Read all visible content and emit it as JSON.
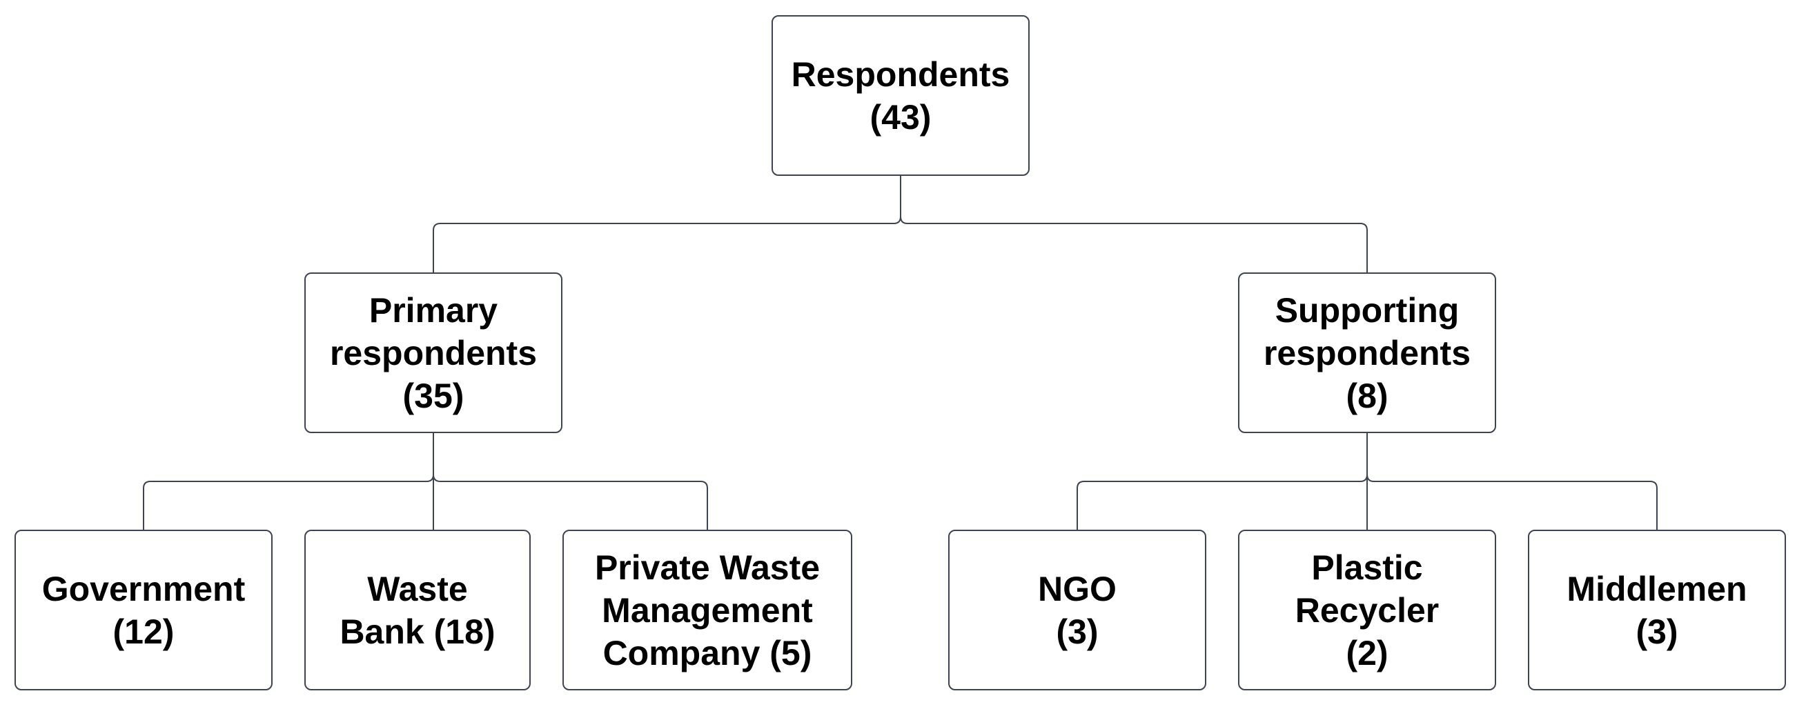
{
  "diagram": {
    "root": {
      "label": "Respondents\n(43)"
    },
    "primary": {
      "label": "Primary\nrespondents\n(35)"
    },
    "supporting": {
      "label": "Supporting\nrespondents\n(8)"
    },
    "primary_children": [
      {
        "label": "Government\n(12)"
      },
      {
        "label": "Waste\nBank (18)"
      },
      {
        "label": "Private Waste\nManagement\nCompany (5)"
      }
    ],
    "supporting_children": [
      {
        "label": "NGO\n(3)"
      },
      {
        "label": "Plastic\nRecycler\n(2)"
      },
      {
        "label": "Middlemen\n(3)"
      }
    ],
    "colors": {
      "border": "#3d4350",
      "text": "#000000",
      "background": "#ffffff"
    }
  }
}
